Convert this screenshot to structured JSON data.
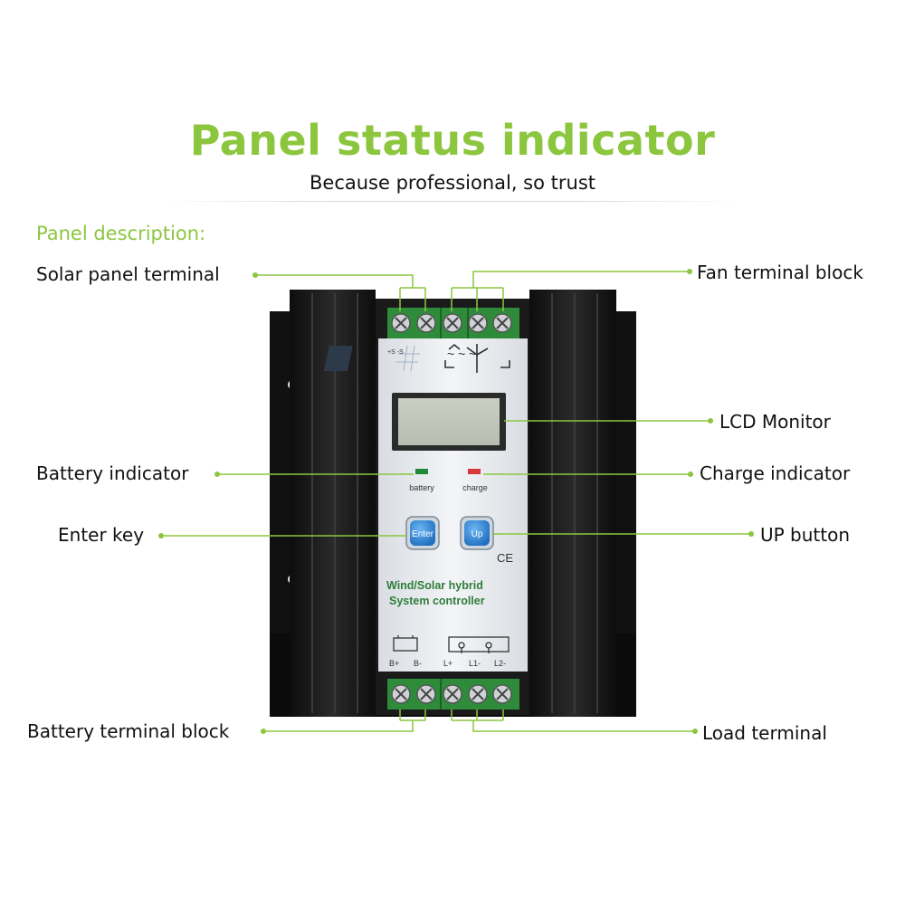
{
  "header": {
    "title": "Panel status indicator",
    "subtitle": "Because professional, so trust",
    "section_label": "Panel description:"
  },
  "colors": {
    "accent": "#8cc63f",
    "housing": "#141414",
    "faceplate": "#e9ecef",
    "terminal_green": "#2e8b3a",
    "button_blue": "#2f86d6",
    "panel_text_green": "#2f7d3a"
  },
  "callouts": {
    "solar": "Solar panel terminal",
    "fan": "Fan terminal block",
    "lcd": "LCD Monitor",
    "battery_ind": "Battery indicator",
    "charge_ind": "Charge indicator",
    "enter": "Enter key",
    "up": "UP button",
    "battery_term": "Battery terminal block",
    "load": "Load terminal"
  },
  "device": {
    "battery_led_label": "battery",
    "charge_led_label": "charge",
    "enter_label": "Enter",
    "up_label": "Up",
    "ce_mark": "CE",
    "name_line1": "Wind/Solar hybrid",
    "name_line2": "System controller",
    "terminal_labels": [
      "B+",
      "B-",
      "L+",
      "L1-",
      "L2-"
    ],
    "solar_symbol": "+S  -S",
    "wind_symbol": "~  ~  ~"
  }
}
